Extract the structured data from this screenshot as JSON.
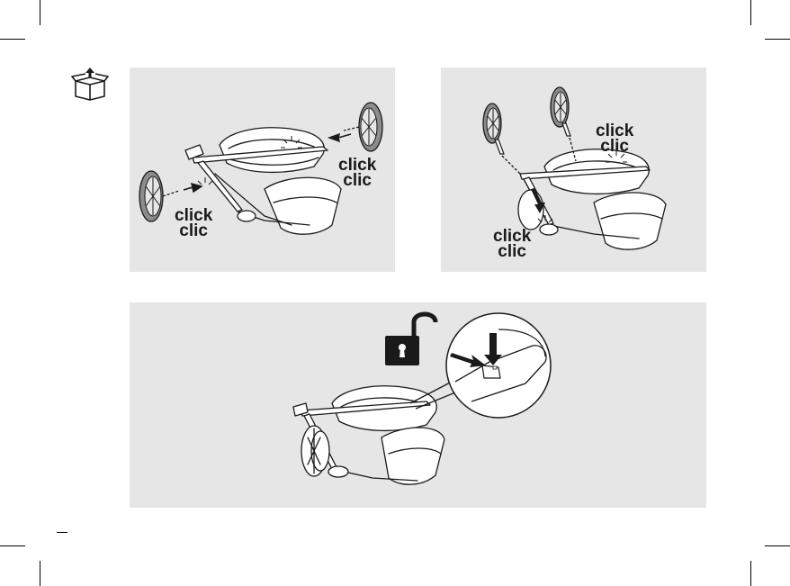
{
  "labels": {
    "panel1_right": {
      "line1": "click",
      "line2": "clic"
    },
    "panel1_left": {
      "line1": "click",
      "line2": "clic"
    },
    "panel2_top": {
      "line1": "click",
      "line2": "clic"
    },
    "panel2_bottom": {
      "line1": "click",
      "line2": "clic"
    }
  },
  "icons": {
    "unbox": "unbox-icon",
    "unlock": "unlocked-padlock-icon"
  },
  "colors": {
    "panel_background": "#e6e6e6",
    "line_art": "#1a1a1a",
    "wheel_fill": "#8c8c8c"
  }
}
